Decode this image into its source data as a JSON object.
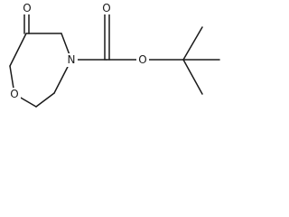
{
  "atoms": {
    "ketone_oxygen": "O",
    "ring_oxygen": "O",
    "ring_nitrogen": "N",
    "carbonyl_oxygen": "O",
    "ester_oxygen": "O"
  }
}
